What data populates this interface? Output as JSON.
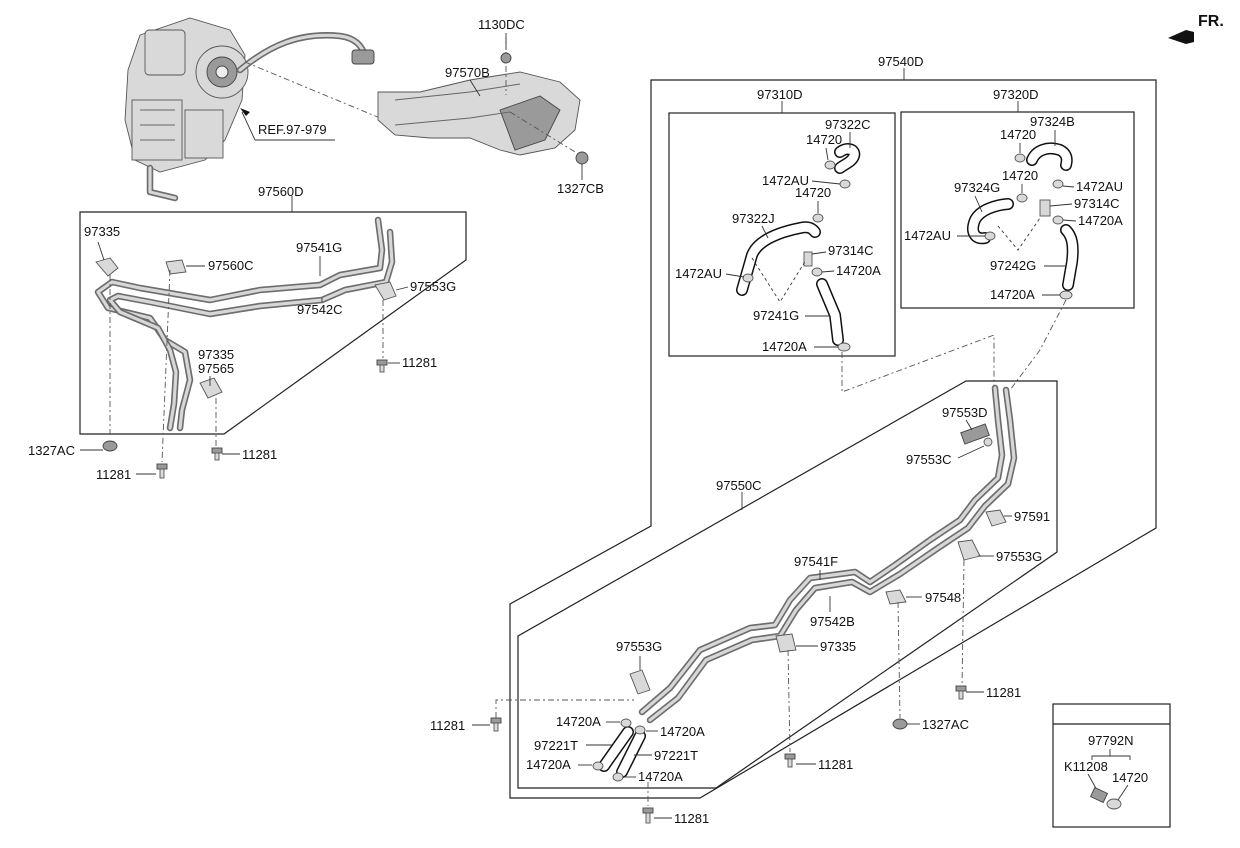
{
  "orientation": "FR.",
  "labels": {
    "l1130DC": "1130DC",
    "l97570B": "97570B",
    "l1327CB": "1327CB",
    "ref": "REF.97-979",
    "l97560D": "97560D",
    "l97335a": "97335",
    "l97560C": "97560C",
    "l97541G": "97541G",
    "l97542C": "97542C",
    "l97553Ga": "97553G",
    "l97335b": "97335",
    "l97565": "97565",
    "l11281a": "11281",
    "l1327ACa": "1327AC",
    "l11281b": "11281",
    "l11281c": "11281",
    "l97540D": "97540D",
    "l97310D": "97310D",
    "l97322C": "97322C",
    "l14720a": "14720",
    "l1472AUa": "1472AU",
    "l14720b": "14720",
    "l97322J": "97322J",
    "l97314Ca": "97314C",
    "l1472AUb": "1472AU",
    "l14720Aa": "14720A",
    "l97241G": "97241G",
    "l14720Ab": "14720A",
    "l97320D": "97320D",
    "l97324B": "97324B",
    "l14720c": "14720",
    "l14720d": "14720",
    "l1472AUc": "1472AU",
    "l97324G": "97324G",
    "l97314Cb": "97314C",
    "l14720Ac": "14720A",
    "l1472AUd": "1472AU",
    "l97242G": "97242G",
    "l14720Ad": "14720A",
    "l97553D": "97553D",
    "l97553C": "97553C",
    "l97550C": "97550C",
    "l97591": "97591",
    "l97553Gb": "97553G",
    "l97541F": "97541F",
    "l97548": "97548",
    "l97542B": "97542B",
    "l97553Gc": "97553G",
    "l97335c": "97335",
    "l11281d": "11281",
    "l11281e": "11281",
    "l14720Ae": "14720A",
    "l14720Af": "14720A",
    "l97221Ta": "97221T",
    "l97221Tb": "97221T",
    "l14720Ag": "14720A",
    "l14720Ah": "14720A",
    "l1327ACb": "1327AC",
    "l11281f": "11281",
    "l11281g": "11281",
    "l97792N": "97792N",
    "lK11208": "K11208",
    "l14720e": "14720"
  },
  "colors": {
    "line": "#222222",
    "pipe": "#6d6d6d",
    "background": "#ffffff"
  }
}
